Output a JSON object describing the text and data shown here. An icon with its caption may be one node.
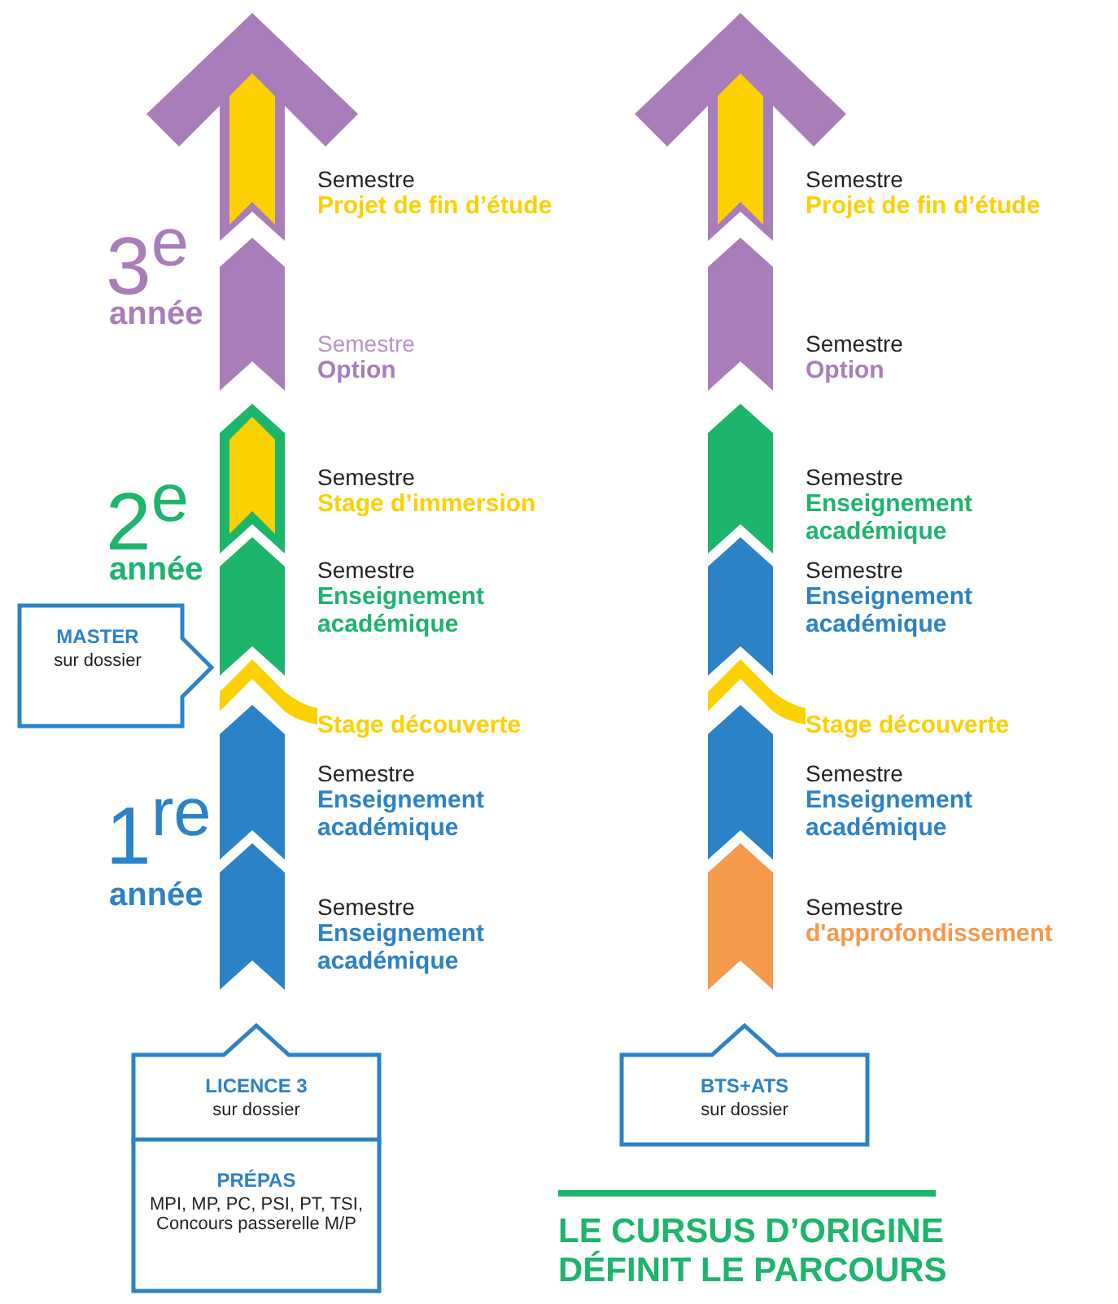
{
  "diagram": {
    "caption": "LE CURSUS D’ORIGINE DÉFINIT LE PARCOURS",
    "nodes": [
      {
        "text": [
          "Semestre",
          "Projet de fin d’étude"
        ]
      },
      {
        "text": [
          "Semestre",
          "Option"
        ]
      },
      {
        "text": [
          "Semestre",
          "Stage d’immersion"
        ]
      },
      {
        "text": [
          "Semestre",
          "Enseignement académique"
        ]
      },
      {
        "text": [
          "MASTER",
          "sur dossier"
        ]
      },
      {
        "text": [
          "Stage découverte"
        ]
      },
      {
        "text": [
          "Semestre",
          "Enseignement académique"
        ]
      },
      {
        "text": [
          "Semestre",
          "Enseignement académique"
        ]
      },
      {
        "text": [
          "LICENCE 3",
          "sur dossier"
        ]
      },
      {
        "text": [
          "PRÉPAS",
          "MPI, MP, PC, PSI, PT, TSI, Concours passerelle M/P"
        ]
      },
      {
        "text": [
          "Semestre",
          "Projet de fin d’étude"
        ]
      },
      {
        "text": [
          "Semestre",
          "Option"
        ]
      },
      {
        "text": [
          "Semestre",
          "Enseignement académique"
        ]
      },
      {
        "text": [
          "Semestre",
          "Enseignement académique"
        ]
      },
      {
        "text": [
          "Stage découverte"
        ]
      },
      {
        "text": [
          "Semestre",
          "Enseignement académique"
        ]
      },
      {
        "text": [
          "Semestre",
          "d'approfondissement"
        ]
      },
      {
        "text": [
          "BTS+ATS",
          "sur dossier"
        ]
      }
    ],
    "labels": [
      "3$^{e}$",
      "année",
      "2$^{e}$",
      "année",
      "1$^{re}$",
      "année"
    ]
  }
}
